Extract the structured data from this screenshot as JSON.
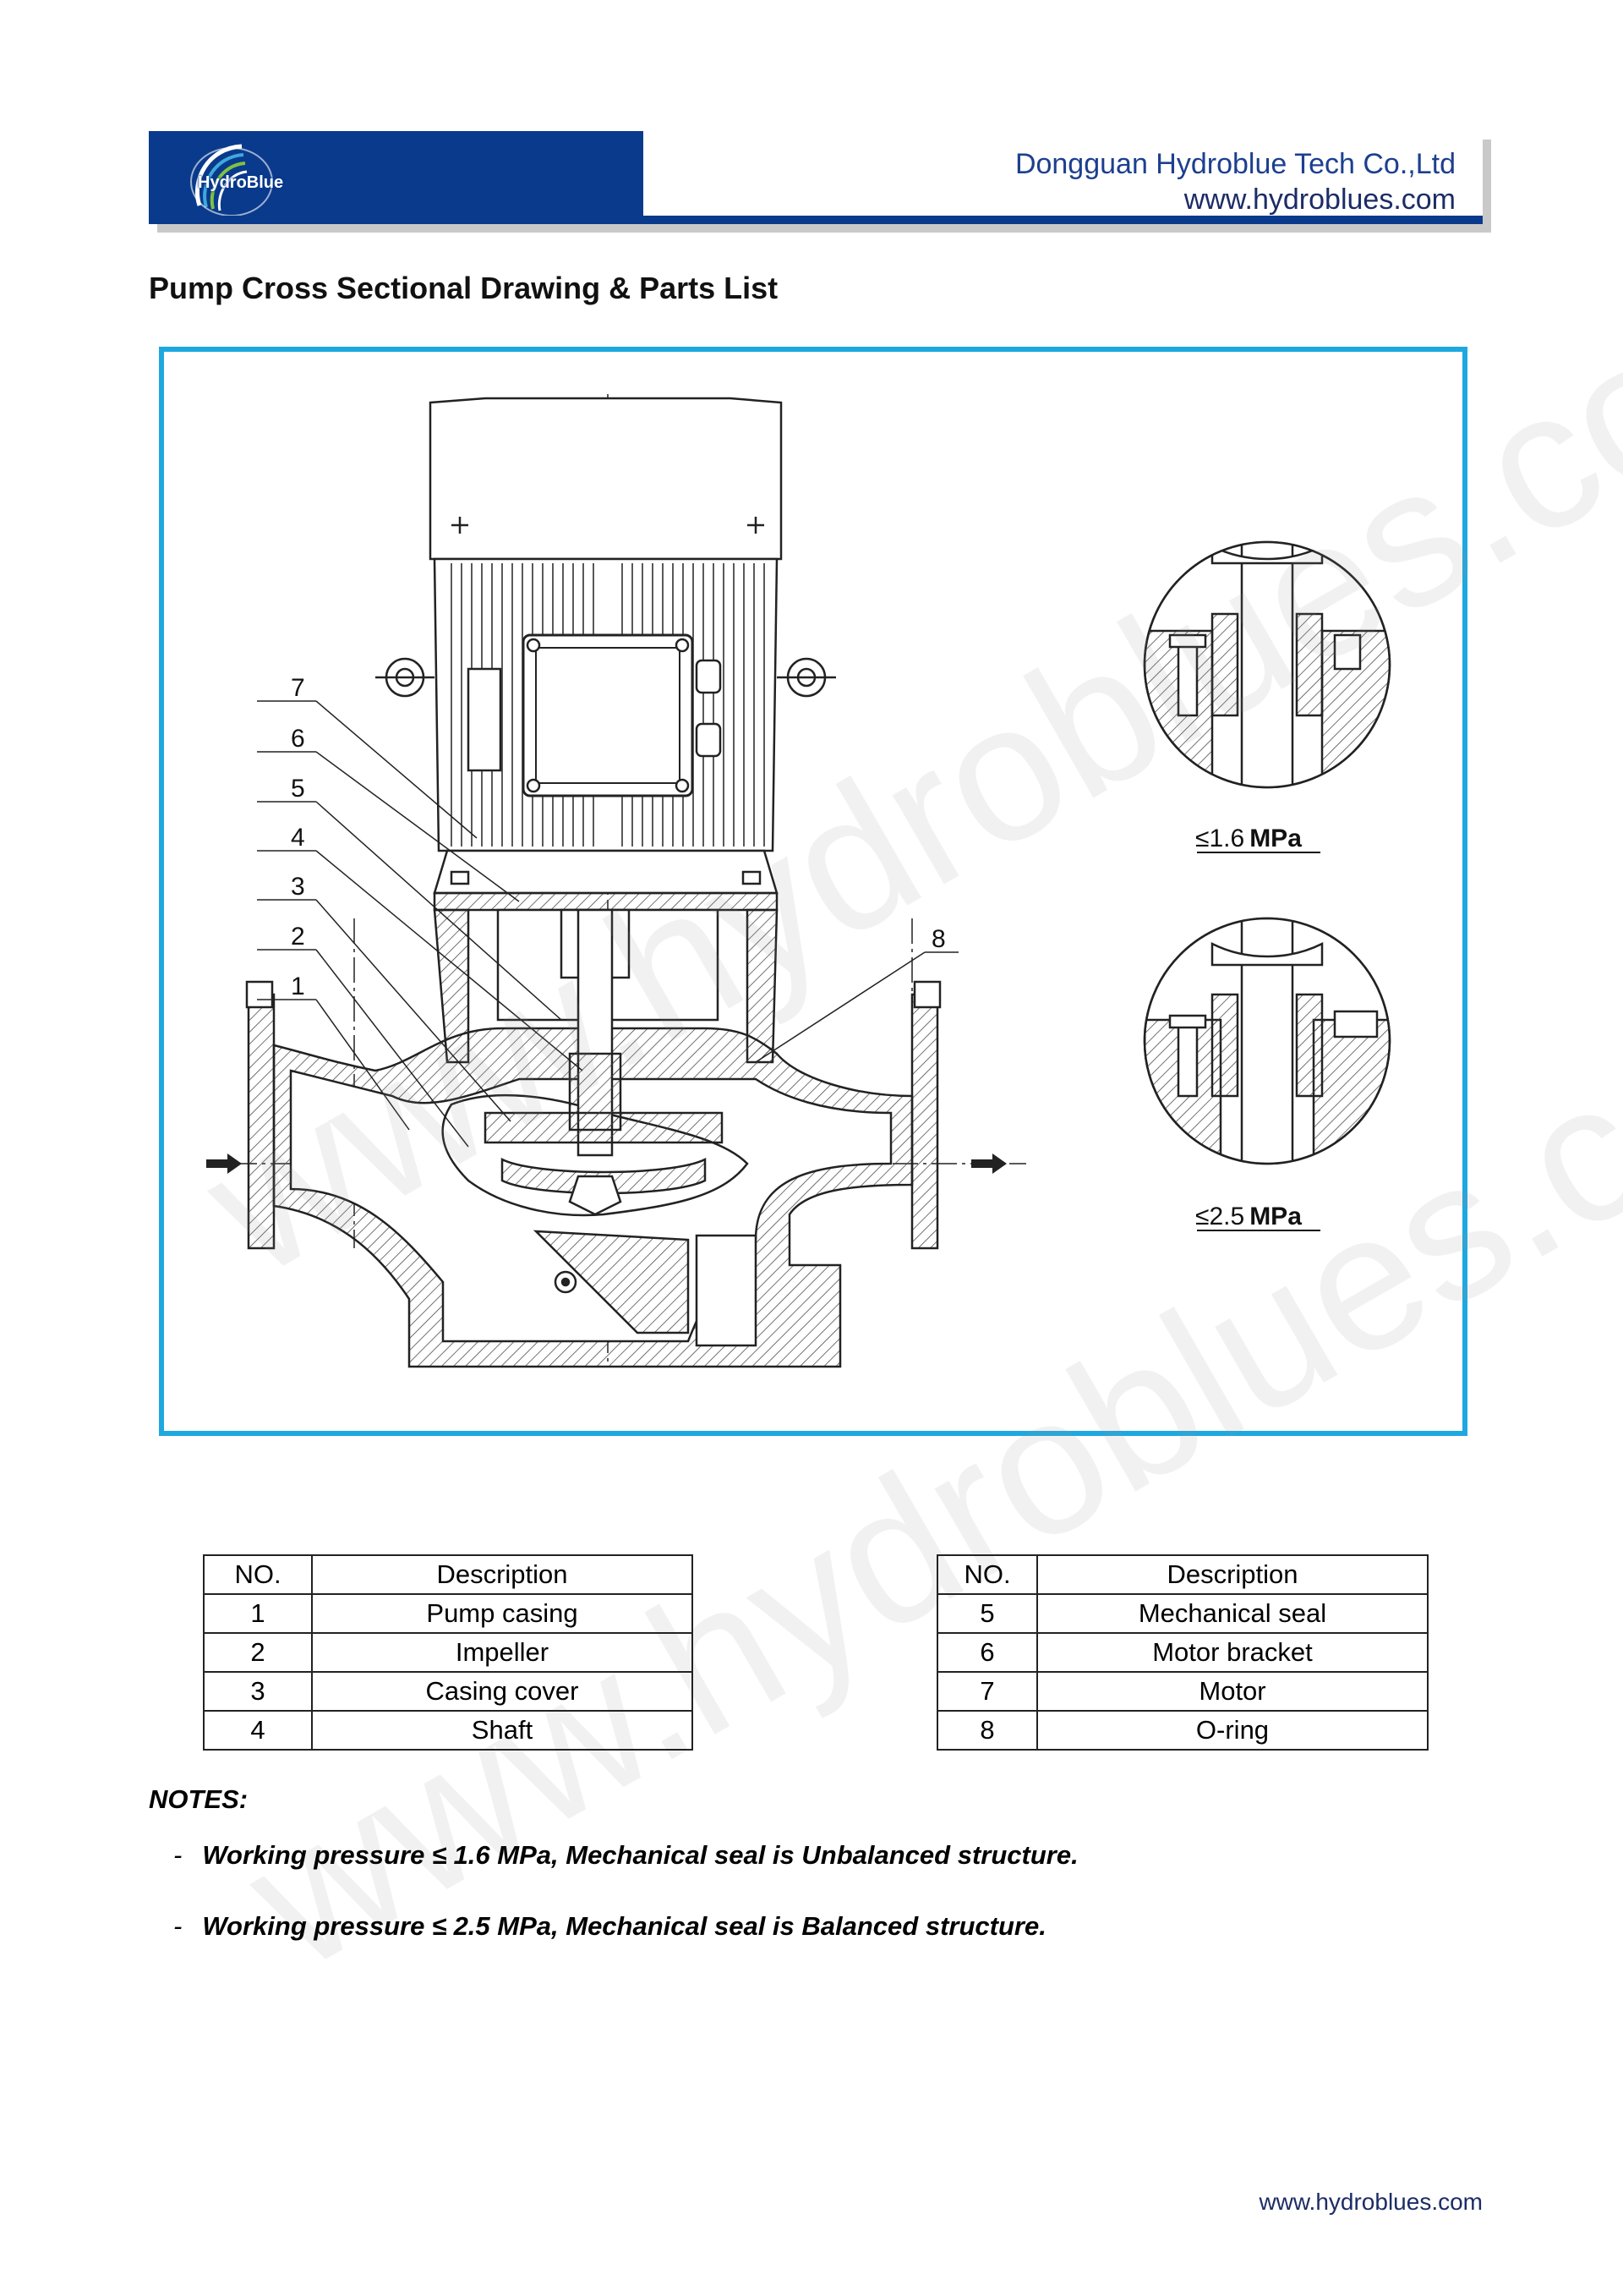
{
  "header": {
    "logo_text": "HydroBlue",
    "company_name": "Dongguan Hydroblue Tech Co.,Ltd",
    "website": "www.hydroblues.com"
  },
  "title": "Pump Cross Sectional Drawing & Parts List",
  "drawing": {
    "callouts": [
      "7",
      "6",
      "5",
      "4",
      "3",
      "2",
      "1",
      "8"
    ],
    "detail_low": {
      "symbol": "≤",
      "value": "1.6",
      "unit": "MPa"
    },
    "detail_high": {
      "symbol": "≤",
      "value": "2.5",
      "unit": "MPa"
    }
  },
  "watermark_text": "www.hydroblues.com",
  "parts_table": {
    "headers": {
      "no": "NO.",
      "description": "Description"
    },
    "left_rows": [
      {
        "no": "1",
        "description": "Pump casing"
      },
      {
        "no": "2",
        "description": "Impeller"
      },
      {
        "no": "3",
        "description": "Casing cover"
      },
      {
        "no": "4",
        "description": "Shaft"
      }
    ],
    "right_rows": [
      {
        "no": "5",
        "description": "Mechanical seal"
      },
      {
        "no": "6",
        "description": "Motor bracket"
      },
      {
        "no": "7",
        "description": "Motor"
      },
      {
        "no": "8",
        "description": "O-ring"
      }
    ]
  },
  "notes": {
    "label": "NOTES:",
    "dash": "-",
    "items": [
      "Working pressure  ≤  1.6 MPa, Mechanical seal is Unbalanced structure.",
      "Working pressure  ≤  2.5 MPa, Mechanical seal is Balanced structure."
    ]
  },
  "footer": {
    "url": "www.hydroblues.com"
  },
  "colors": {
    "brand_blue": "#0a3a8c",
    "frame_cyan": "#1ea8e0",
    "text_blue": "#1c3f8f"
  }
}
